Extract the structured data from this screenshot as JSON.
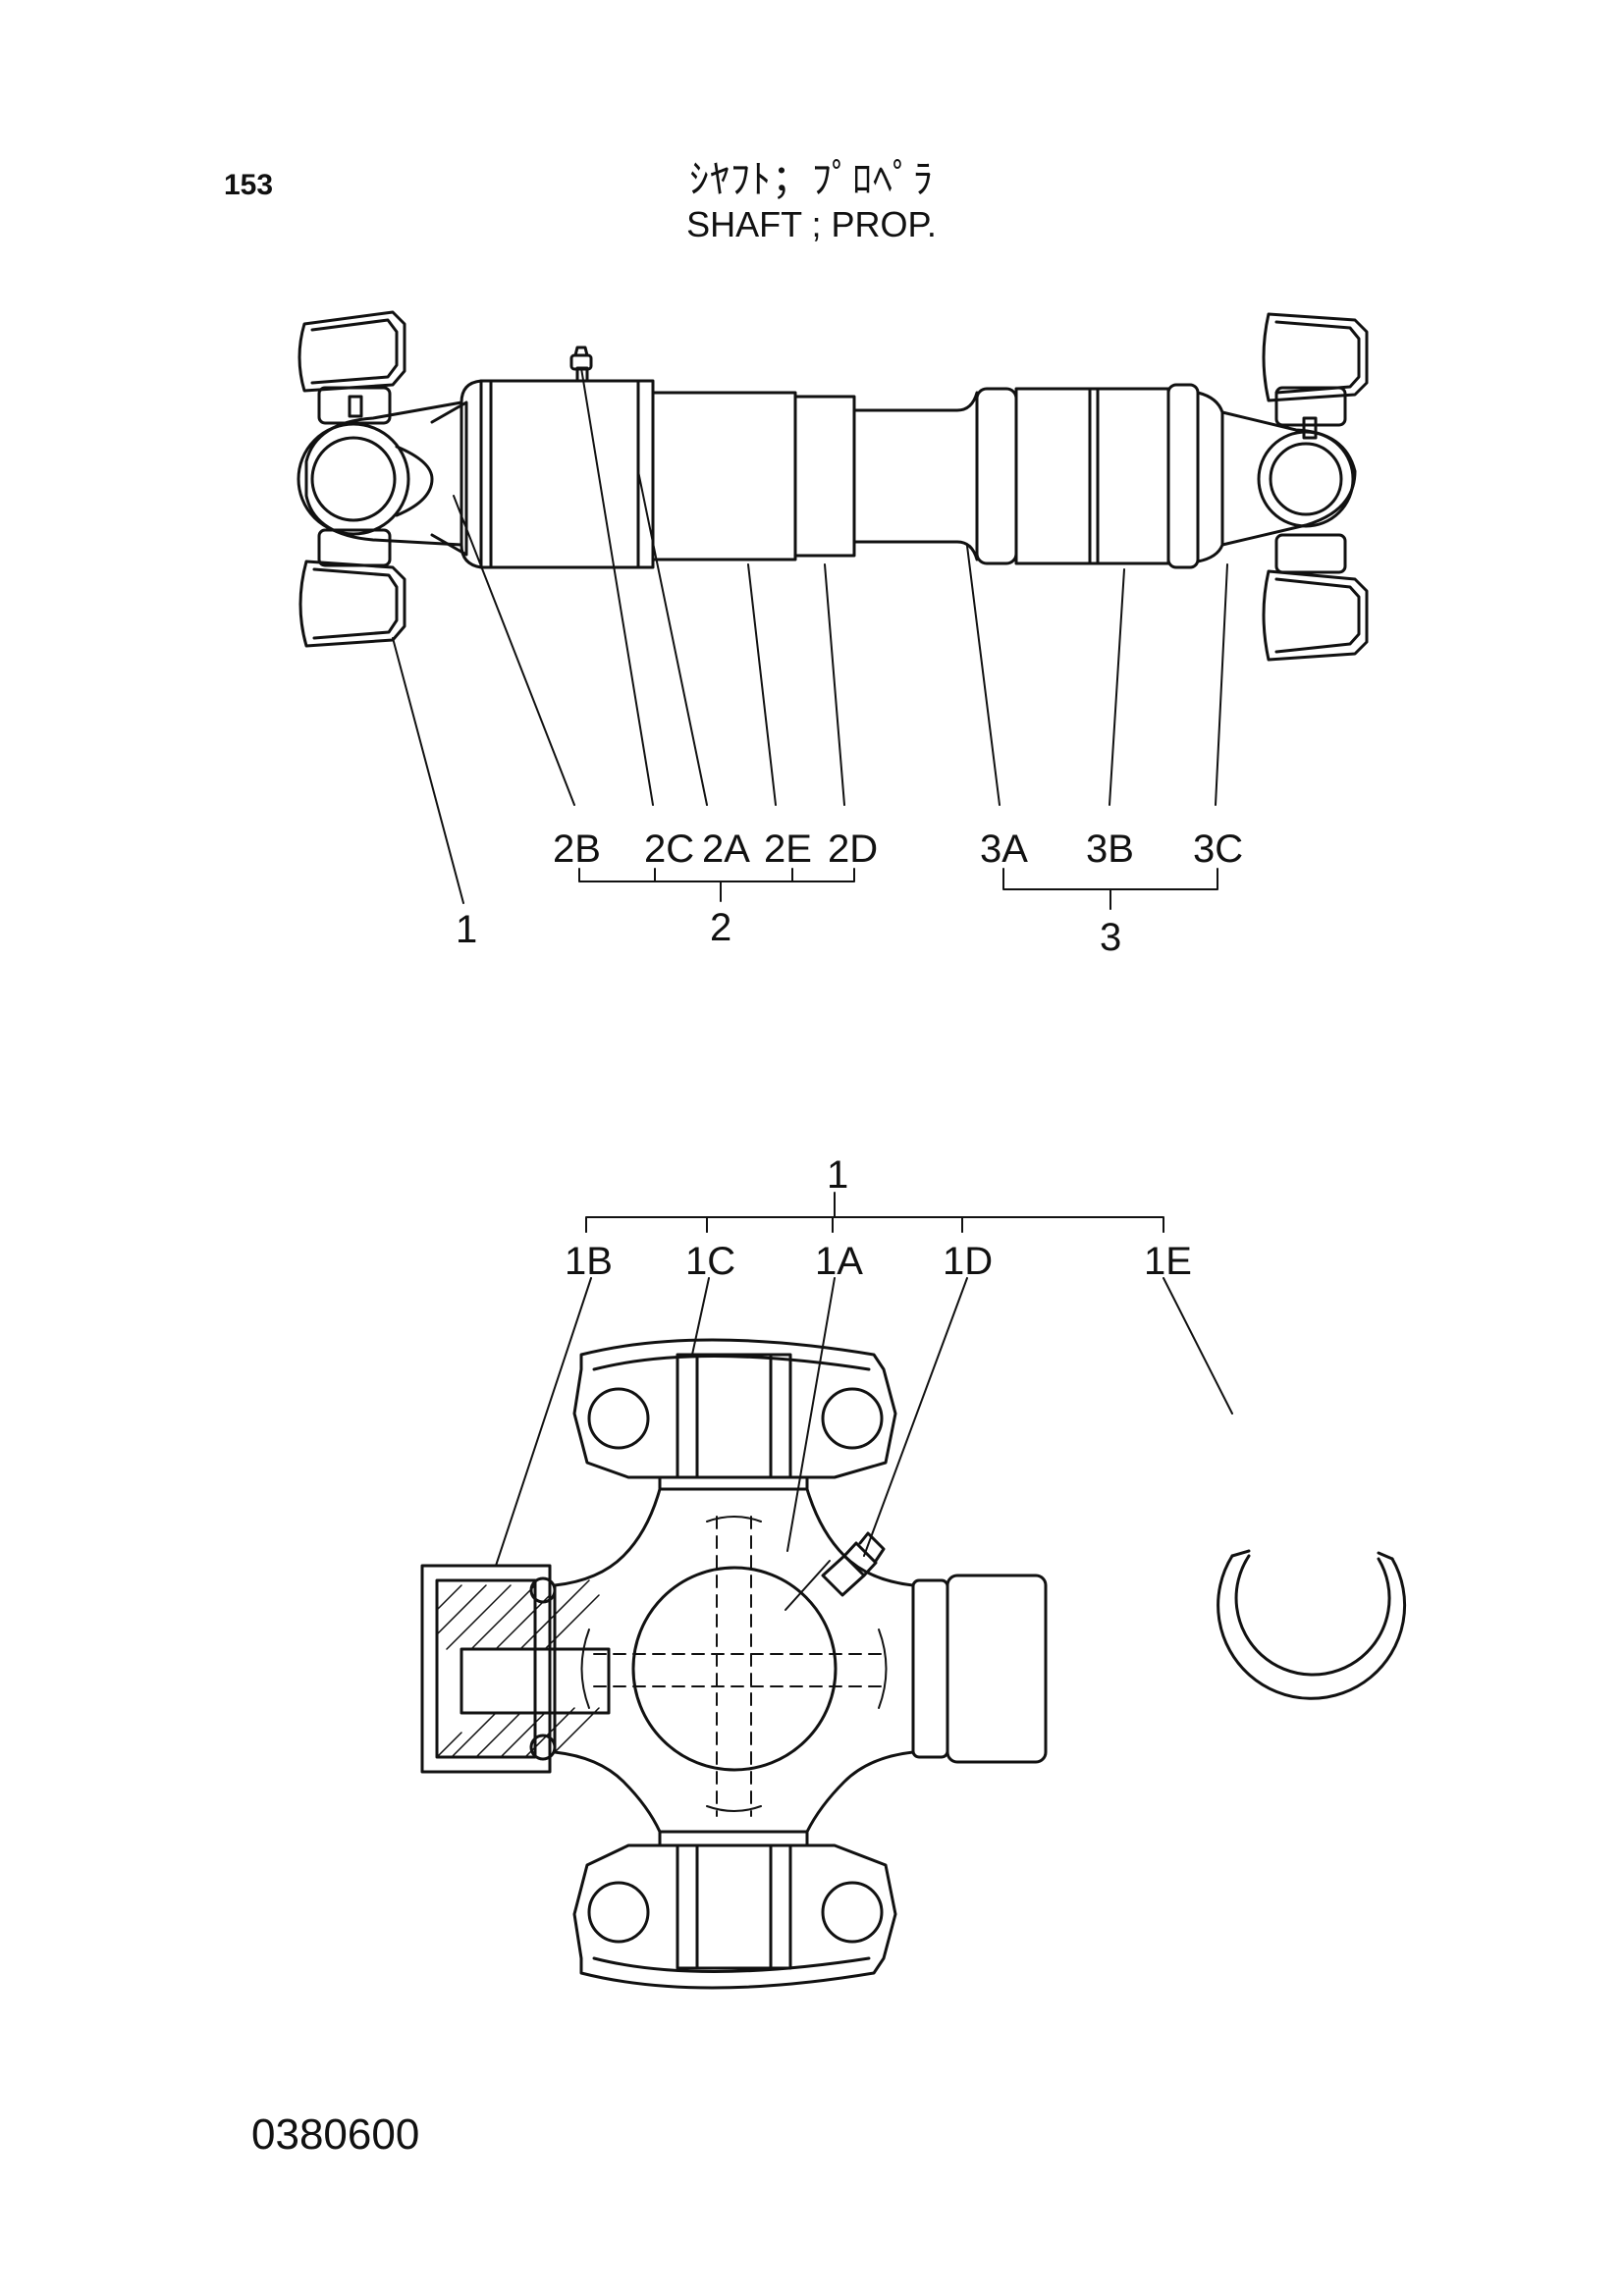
{
  "header": {
    "page_number": "153",
    "title_jp": "ｼﾔﾌﾄ；ﾌﾟﾛﾍﾟﾗ",
    "title_en": "SHAFT ; PROP."
  },
  "footer": {
    "figure_code": "0380600"
  },
  "top_view": {
    "callouts": {
      "c2B": "2B",
      "c2C": "2C",
      "c2A": "2A",
      "c2E": "2E",
      "c2D": "2D",
      "c3A": "3A",
      "c3B": "3B",
      "c3C": "3C",
      "g1": "1",
      "g2": "2",
      "g3": "3"
    }
  },
  "bottom_view": {
    "callouts": {
      "g1": "1",
      "c1B": "1B",
      "c1C": "1C",
      "c1A": "1A",
      "c1D": "1D",
      "c1E": "1E"
    }
  },
  "colors": {
    "line": "#111111",
    "background": "#ffffff"
  }
}
